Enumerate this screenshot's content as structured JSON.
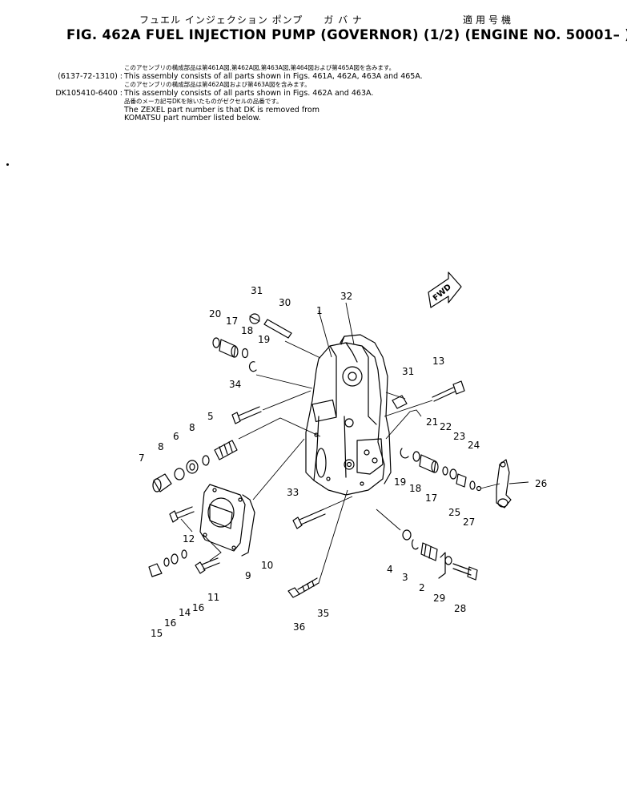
{
  "header": {
    "jp_title": "フュエル インジェクション ポンプ　　ガ バ ナ",
    "jp_applicability": "適用号機",
    "title": "FIG. 462A   FUEL  INJECTION  PUMP  (GOVERNOR)  (1/2)  (ENGINE  NO. 50001– )"
  },
  "notes": [
    {
      "code": "",
      "text": "このアセンブリの構成部品は第461A図,第462A図,第463A図,第464図および第465A図を含みます。",
      "jp": true
    },
    {
      "code": "(6137-72-1310) :",
      "text": "This assembly consists of all parts shown in Figs. 461A, 462A, 463A and 465A.",
      "jp": false
    },
    {
      "code": "",
      "text": "このアセンブリの構成部品は第462A図および第463A図を含みます。",
      "jp": true
    },
    {
      "code": "DK105410-6400 :",
      "text": "This assembly consists of all parts shown in Figs. 462A and 463A.",
      "jp": false
    },
    {
      "code": "",
      "text": "品番のメーカ記号DKを除いたものがゼクセルの品番です。",
      "jp": true
    },
    {
      "code": "",
      "text": "The ZEXEL part number is that DK is removed from",
      "jp": false
    },
    {
      "code": "",
      "text": "KOMATSU part number listed below.",
      "jp": false
    }
  ],
  "fwd_label": "FWD",
  "callouts": [
    {
      "id": "c1",
      "label": "1"
    },
    {
      "id": "c2",
      "label": "2"
    },
    {
      "id": "c3",
      "label": "3"
    },
    {
      "id": "c4",
      "label": "4"
    },
    {
      "id": "c5",
      "label": "5"
    },
    {
      "id": "c6",
      "label": "6"
    },
    {
      "id": "c7",
      "label": "7"
    },
    {
      "id": "c8a",
      "label": "8"
    },
    {
      "id": "c8b",
      "label": "8"
    },
    {
      "id": "c9",
      "label": "9"
    },
    {
      "id": "c10",
      "label": "10"
    },
    {
      "id": "c11",
      "label": "11"
    },
    {
      "id": "c12",
      "label": "12"
    },
    {
      "id": "c13",
      "label": "13"
    },
    {
      "id": "c14",
      "label": "14"
    },
    {
      "id": "c15",
      "label": "15"
    },
    {
      "id": "c16a",
      "label": "16"
    },
    {
      "id": "c16b",
      "label": "16"
    },
    {
      "id": "c17a",
      "label": "17"
    },
    {
      "id": "c17b",
      "label": "17"
    },
    {
      "id": "c18a",
      "label": "18"
    },
    {
      "id": "c18b",
      "label": "18"
    },
    {
      "id": "c19a",
      "label": "19"
    },
    {
      "id": "c19b",
      "label": "19"
    },
    {
      "id": "c20",
      "label": "20"
    },
    {
      "id": "c21",
      "label": "21"
    },
    {
      "id": "c22",
      "label": "22"
    },
    {
      "id": "c23",
      "label": "23"
    },
    {
      "id": "c24",
      "label": "24"
    },
    {
      "id": "c25",
      "label": "25"
    },
    {
      "id": "c26",
      "label": "26"
    },
    {
      "id": "c27",
      "label": "27"
    },
    {
      "id": "c28",
      "label": "28"
    },
    {
      "id": "c29",
      "label": "29"
    },
    {
      "id": "c30",
      "label": "30"
    },
    {
      "id": "c31a",
      "label": "31"
    },
    {
      "id": "c31b",
      "label": "31"
    },
    {
      "id": "c32",
      "label": "32"
    },
    {
      "id": "c33",
      "label": "33"
    },
    {
      "id": "c34",
      "label": "34"
    },
    {
      "id": "c35",
      "label": "35"
    },
    {
      "id": "c36",
      "label": "36"
    }
  ]
}
